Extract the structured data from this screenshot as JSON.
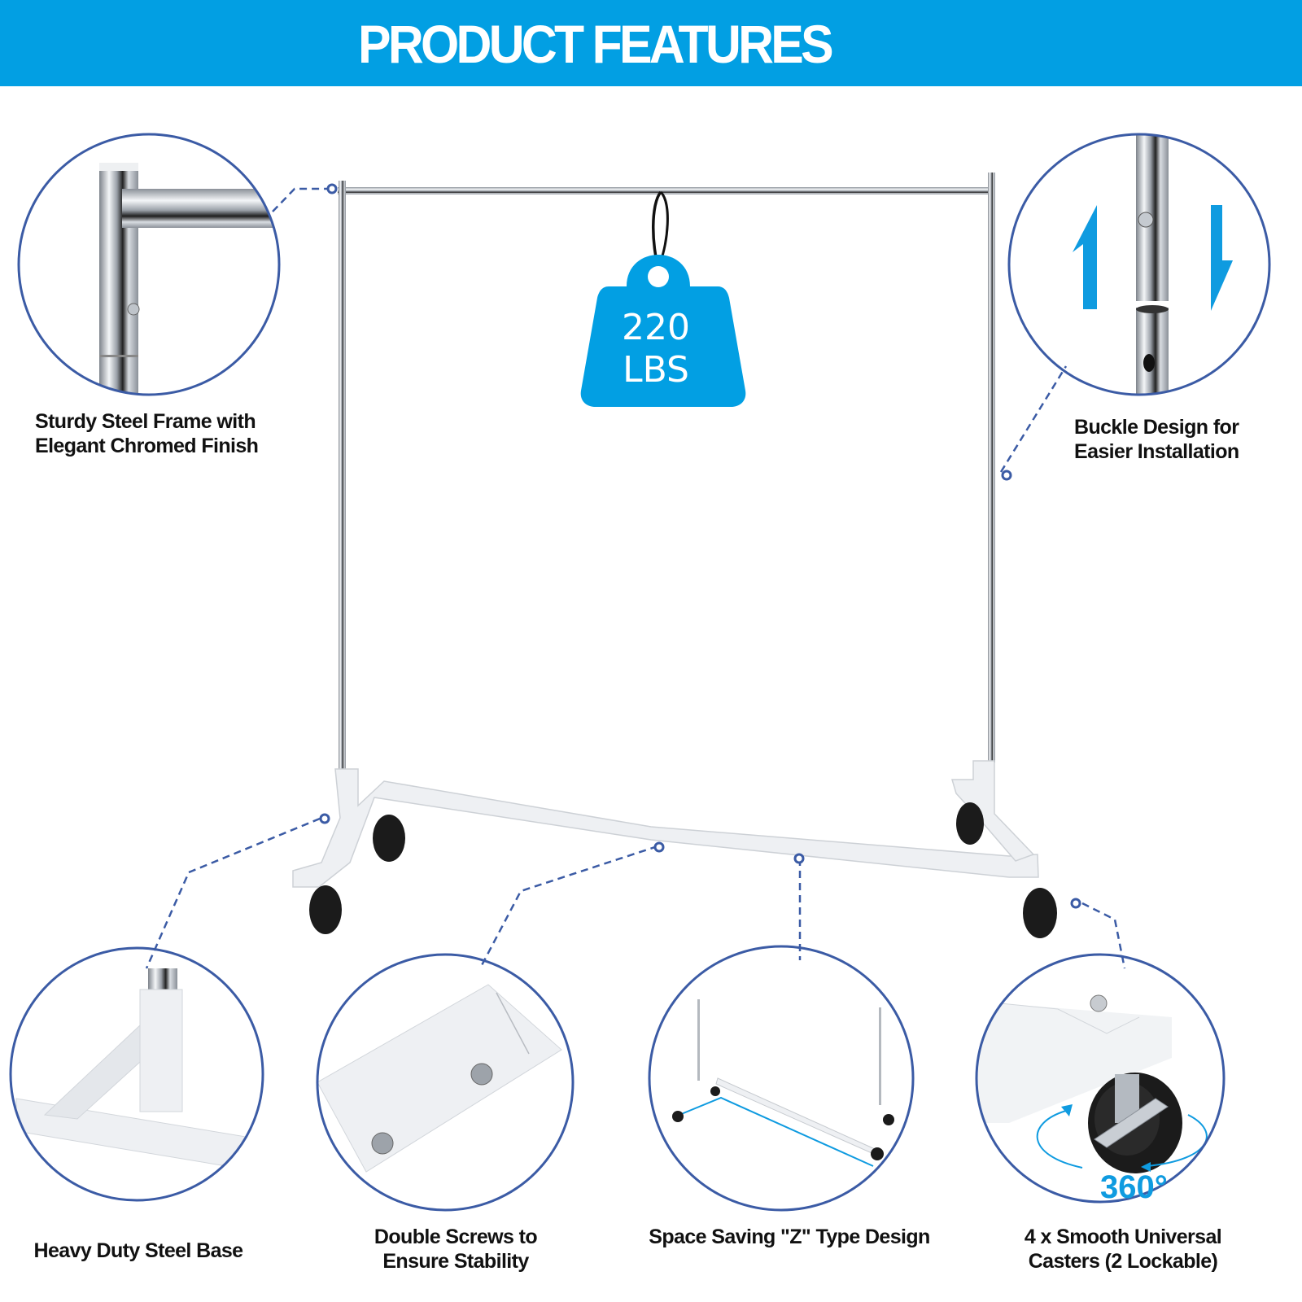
{
  "header": {
    "title": "PRODUCT FEATURES"
  },
  "colors": {
    "banner": "#029fe3",
    "accent_blue": "#0f9be0",
    "circle_stroke": "#3b5ba5",
    "chrome": "#c8ccd2",
    "frame_white": "#eef0f3",
    "wheel": "#1b1b1b"
  },
  "weight_badge": {
    "value": "220",
    "unit": "LBS",
    "icon": "weight-tag-icon"
  },
  "features": [
    {
      "id": "frame",
      "label_line1": "Sturdy Steel Frame with",
      "label_line2": "Elegant Chromed Finish",
      "icon": "chrome-joint-icon"
    },
    {
      "id": "buckle",
      "label_line1": "Buckle Design for",
      "label_line2": "Easier Installation",
      "icon": "buckle-arrows-icon"
    },
    {
      "id": "base",
      "label_line1": "Heavy Duty Steel Base",
      "label_line2": "",
      "icon": "steel-base-icon"
    },
    {
      "id": "screws",
      "label_line1": "Double Screws to",
      "label_line2": "Ensure Stability",
      "icon": "screws-icon"
    },
    {
      "id": "ztype",
      "label_line1": "Space Saving \"Z\" Type Design",
      "label_line2": "",
      "icon": "z-rack-icon"
    },
    {
      "id": "casters",
      "label_line1": "4 x Smooth Universal",
      "label_line2": "Casters (2 Lockable)",
      "icon": "caster-icon",
      "badge": "360°"
    }
  ]
}
